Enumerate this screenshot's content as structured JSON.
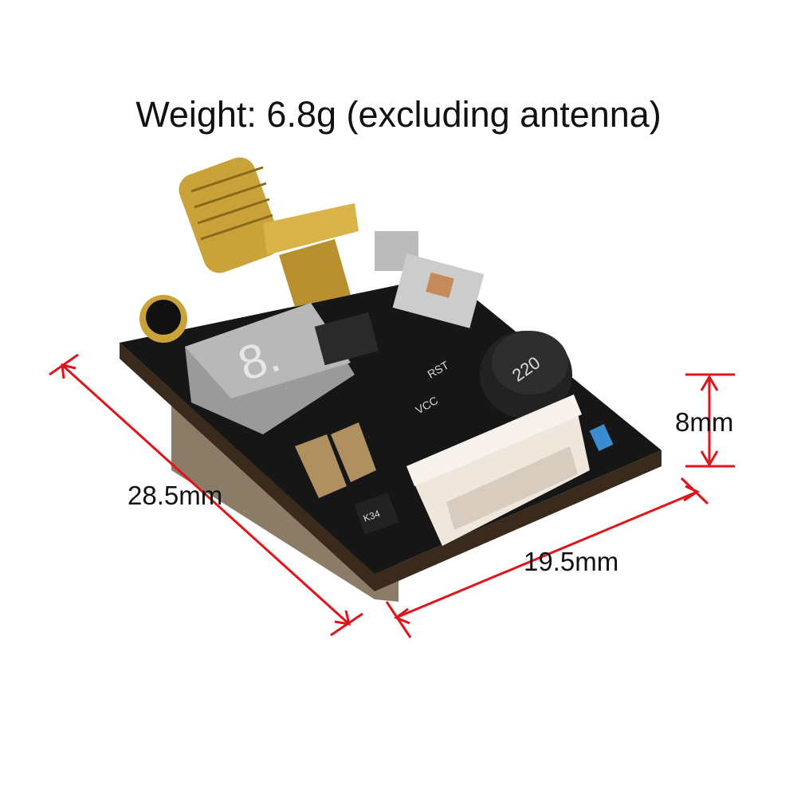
{
  "title": "Weight: 6.8g (excluding antenna)",
  "dimensions": {
    "length": "28.5mm",
    "width": "19.5mm",
    "height": "8mm"
  },
  "board_labels": {
    "inductor": "220",
    "vcc": "VCC",
    "rst": "RST",
    "diode": "K34"
  },
  "colors": {
    "dimension_line": "#e0141b",
    "pcb": "#151515",
    "gold": "#c9a23a",
    "connector": "#efe6dc"
  }
}
